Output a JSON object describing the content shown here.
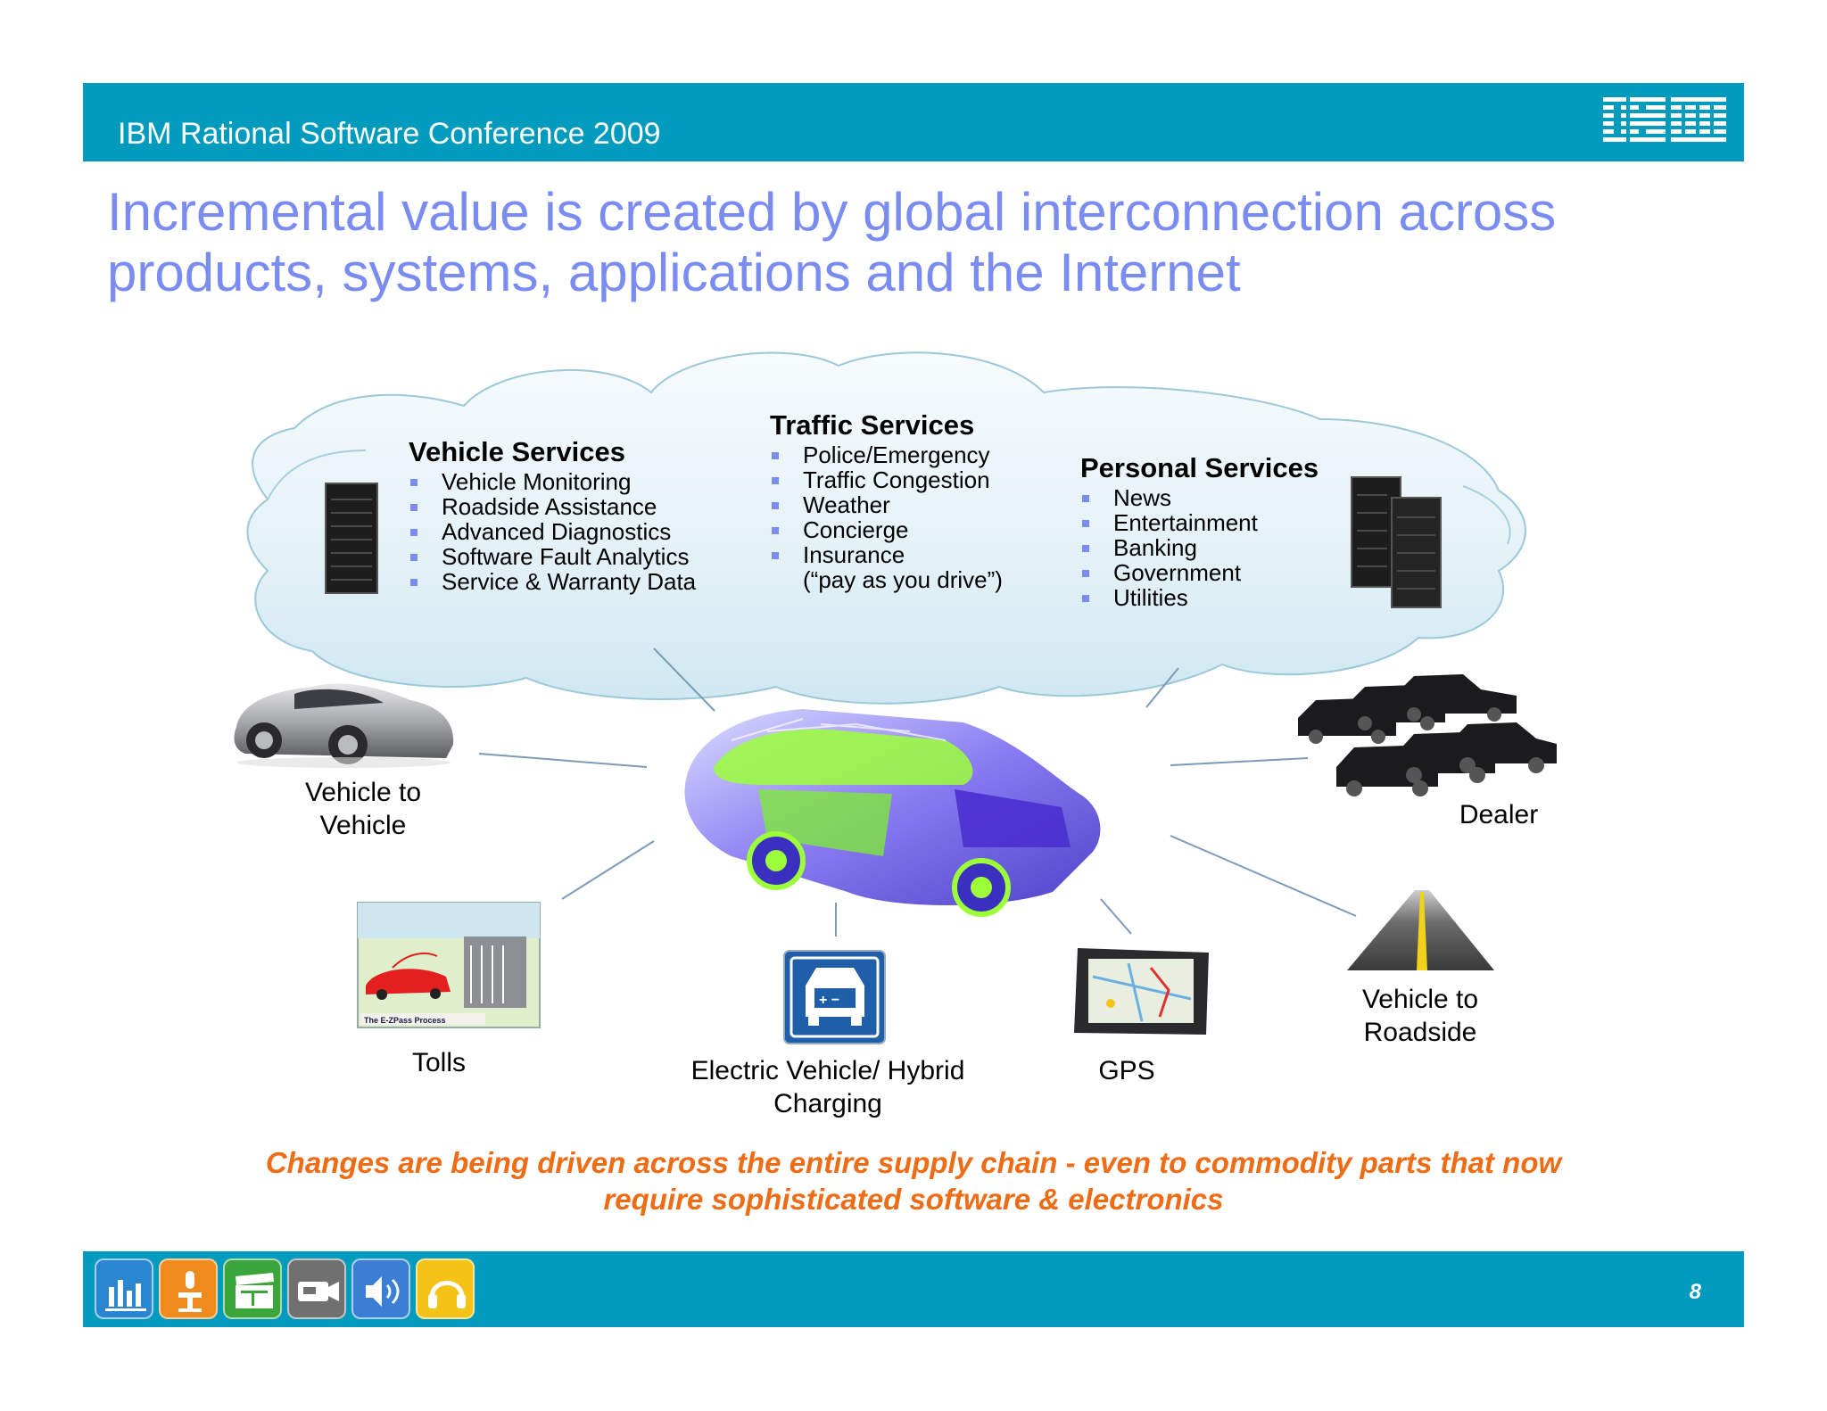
{
  "header": {
    "conference": "IBM Rational Software Conference 2009",
    "logo_text": "IBM"
  },
  "title": {
    "line1": "Incremental value is created by global interconnection across",
    "line2": "products, systems, applications and the Internet"
  },
  "cloud": {
    "vehicle_services": {
      "heading": "Vehicle Services",
      "items": [
        "Vehicle Monitoring",
        "Roadside Assistance",
        "Advanced Diagnostics",
        "Software Fault Analytics",
        "Service & Warranty Data"
      ]
    },
    "traffic_services": {
      "heading": "Traffic Services",
      "items": [
        "Police/Emergency",
        "Traffic Congestion",
        "Weather",
        "Concierge",
        "Insurance"
      ],
      "insurance_note": "(“pay as you drive”)"
    },
    "personal_services": {
      "heading": "Personal Services",
      "items": [
        "News",
        "Entertainment",
        "Banking",
        "Government",
        "Utilities"
      ]
    }
  },
  "nodes": {
    "vehicle_to_vehicle": {
      "line1": "Vehicle to",
      "line2": "Vehicle"
    },
    "dealer": "Dealer",
    "tolls": "Tolls",
    "ev_charging": {
      "line1": "Electric Vehicle/ Hybrid",
      "line2": "Charging"
    },
    "gps": "GPS",
    "vehicle_to_roadside": {
      "line1": "Vehicle to",
      "line2": "Roadside"
    }
  },
  "tolls_image": {
    "caption": "The E-ZPass Process"
  },
  "tagline": {
    "line1": "Changes are being driven across the entire supply chain - even to commodity parts that now",
    "line2": "require sophisticated software & electronics"
  },
  "footer": {
    "page_number": "8",
    "icons": [
      {
        "name": "chart-icon",
        "color": "#2a86d1"
      },
      {
        "name": "podium-icon",
        "color": "#f08a1c"
      },
      {
        "name": "clapperboard-icon",
        "color": "#3aa53a"
      },
      {
        "name": "camera-icon",
        "color": "#707070"
      },
      {
        "name": "speaker-icon",
        "color": "#3b7fd4"
      },
      {
        "name": "headphones-icon",
        "color": "#f5c316"
      }
    ]
  },
  "colors": {
    "accent": "#009bbd",
    "title": "#7b8cf0",
    "tagline": "#ef6c16",
    "bullet": "#7b8cf0"
  }
}
